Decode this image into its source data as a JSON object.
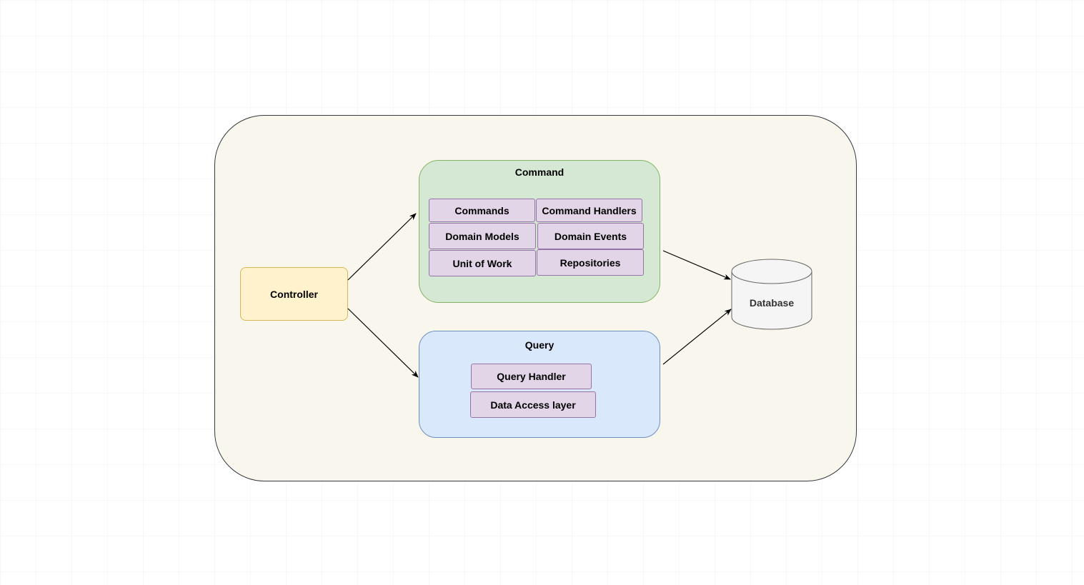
{
  "diagram": {
    "controller": {
      "label": "Controller"
    },
    "command": {
      "title": "Command",
      "items": [
        "Commands",
        "Command Handlers",
        "Domain Models",
        "Domain Events",
        "Unit of Work",
        "Repositories"
      ]
    },
    "query": {
      "title": "Query",
      "items": [
        "Query Handler",
        "Data Access layer"
      ]
    },
    "database": {
      "label": "Database"
    }
  },
  "colors": {
    "container_fill": "#f9f7ed",
    "controller_fill": "#fff2cc",
    "command_fill": "#d5e8d4",
    "query_fill": "#dae8fc",
    "item_fill": "#e1d5e7",
    "database_fill": "#f5f5f5"
  }
}
